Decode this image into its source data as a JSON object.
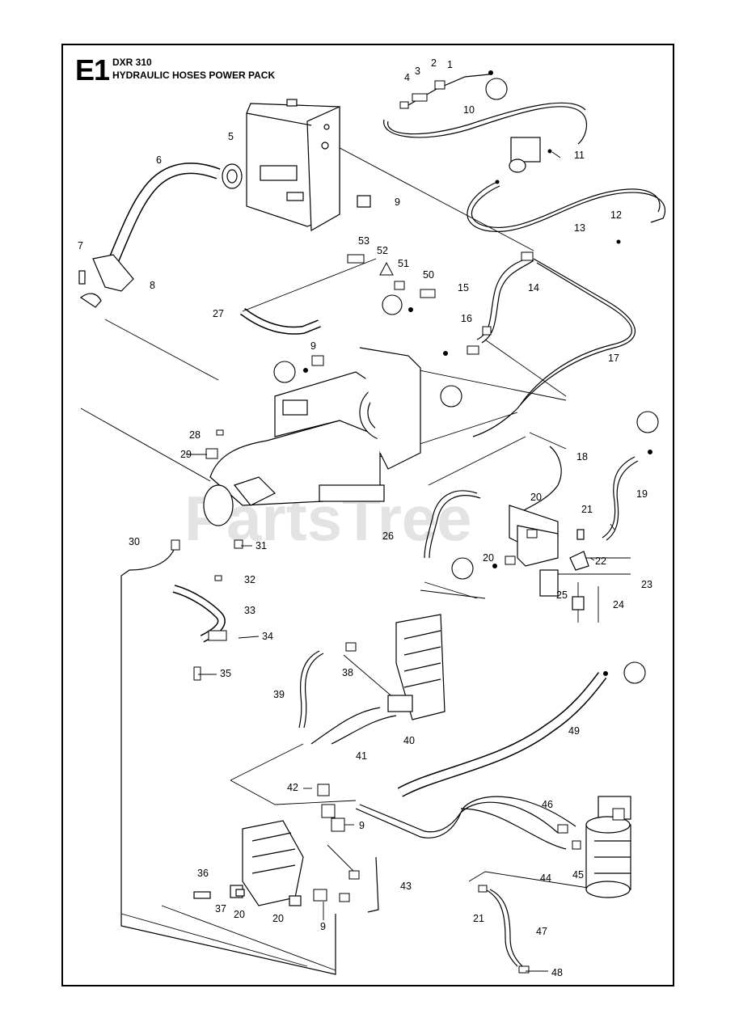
{
  "header": {
    "section": "E1",
    "model": "DXR 310",
    "title": "HYDRAULIC HOSES POWER PACK"
  },
  "watermark": "PartsTree",
  "callouts": [
    {
      "id": "c1",
      "text": "1"
    },
    {
      "id": "c2",
      "text": "2"
    },
    {
      "id": "c3",
      "text": "3"
    },
    {
      "id": "c4",
      "text": "4"
    },
    {
      "id": "c5",
      "text": "5"
    },
    {
      "id": "c6",
      "text": "6"
    },
    {
      "id": "c7",
      "text": "7"
    },
    {
      "id": "c8",
      "text": "8"
    },
    {
      "id": "c9a",
      "text": "9"
    },
    {
      "id": "c9b",
      "text": "9"
    },
    {
      "id": "c9c",
      "text": "9"
    },
    {
      "id": "c9d",
      "text": "9"
    },
    {
      "id": "c10",
      "text": "10"
    },
    {
      "id": "c11",
      "text": "11"
    },
    {
      "id": "c12",
      "text": "12"
    },
    {
      "id": "c13",
      "text": "13"
    },
    {
      "id": "c14",
      "text": "14"
    },
    {
      "id": "c15",
      "text": "15"
    },
    {
      "id": "c16",
      "text": "16"
    },
    {
      "id": "c17",
      "text": "17"
    },
    {
      "id": "c18",
      "text": "18"
    },
    {
      "id": "c19",
      "text": "19"
    },
    {
      "id": "c20a",
      "text": "20"
    },
    {
      "id": "c20b",
      "text": "20"
    },
    {
      "id": "c20c",
      "text": "20"
    },
    {
      "id": "c20d",
      "text": "20"
    },
    {
      "id": "c21a",
      "text": "21"
    },
    {
      "id": "c21b",
      "text": "21"
    },
    {
      "id": "c22",
      "text": "22"
    },
    {
      "id": "c23",
      "text": "23"
    },
    {
      "id": "c24",
      "text": "24"
    },
    {
      "id": "c25",
      "text": "25"
    },
    {
      "id": "c26",
      "text": "26"
    },
    {
      "id": "c27",
      "text": "27"
    },
    {
      "id": "c28",
      "text": "28"
    },
    {
      "id": "c29",
      "text": "29"
    },
    {
      "id": "c30",
      "text": "30"
    },
    {
      "id": "c31",
      "text": "31"
    },
    {
      "id": "c32",
      "text": "32"
    },
    {
      "id": "c33",
      "text": "33"
    },
    {
      "id": "c34",
      "text": "34"
    },
    {
      "id": "c35",
      "text": "35"
    },
    {
      "id": "c36",
      "text": "36"
    },
    {
      "id": "c37",
      "text": "37"
    },
    {
      "id": "c38",
      "text": "38"
    },
    {
      "id": "c39",
      "text": "39"
    },
    {
      "id": "c40",
      "text": "40"
    },
    {
      "id": "c41",
      "text": "41"
    },
    {
      "id": "c42",
      "text": "42"
    },
    {
      "id": "c43",
      "text": "43"
    },
    {
      "id": "c44",
      "text": "44"
    },
    {
      "id": "c45",
      "text": "45"
    },
    {
      "id": "c46",
      "text": "46"
    },
    {
      "id": "c47",
      "text": "47"
    },
    {
      "id": "c48",
      "text": "48"
    },
    {
      "id": "c49",
      "text": "49"
    },
    {
      "id": "c50",
      "text": "50"
    },
    {
      "id": "c51",
      "text": "51"
    },
    {
      "id": "c52",
      "text": "52"
    },
    {
      "id": "c53",
      "text": "53"
    }
  ]
}
